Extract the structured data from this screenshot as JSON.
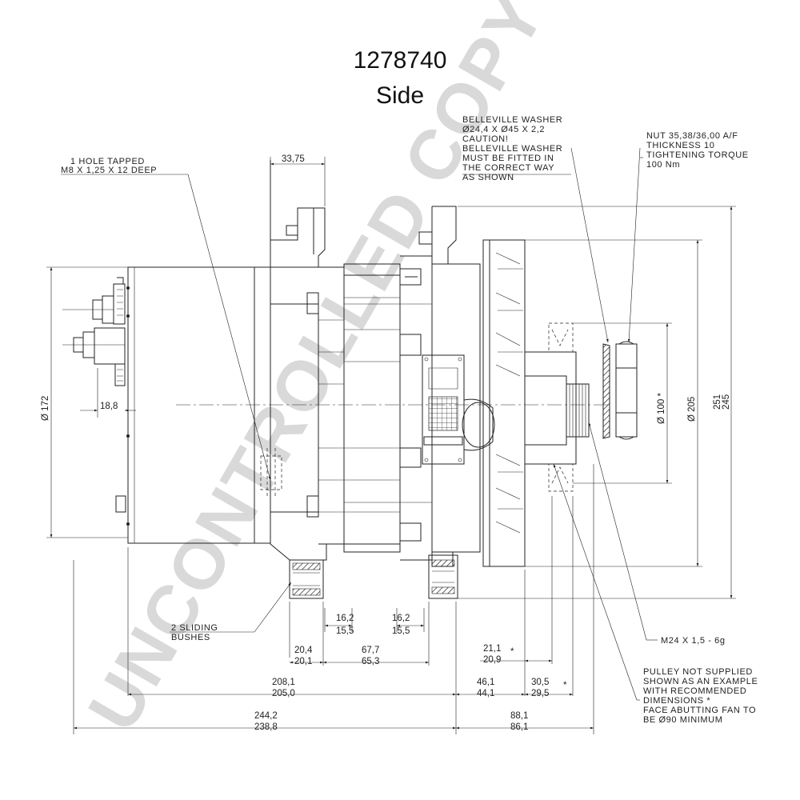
{
  "header": {
    "part_number": "1278740",
    "view": "Side"
  },
  "watermark": "UNCONTROLLED COPY",
  "notes": {
    "hole": [
      "1 HOLE TAPPED",
      "M8 X 1,25 X 12 DEEP"
    ],
    "washer": [
      "BELLEVILLE WASHER",
      "Ø24,4 X Ø45 X 2,2",
      "CAUTION!",
      "BELLEVILLE WASHER",
      "MUST BE FITTED IN",
      "THE CORRECT WAY",
      "AS SHOWN"
    ],
    "nut": [
      "NUT 35,38/36,00 A/F",
      "THICKNESS 10",
      "TIGHTENING TORQUE",
      "100 Nm"
    ],
    "bushes": [
      "2 SLIDING",
      "BUSHES"
    ],
    "thread": "M24 X 1,5 - 6g",
    "pulley": [
      "PULLEY NOT SUPPLIED",
      "SHOWN AS AN EXAMPLE",
      "WITH RECOMMENDED",
      "DIMENSIONS *",
      "FACE ABUTTING FAN TO",
      "BE Ø90 MINIMUM"
    ]
  },
  "dimensions": {
    "top_width": "33,75",
    "dia_172": "Ø 172",
    "offset_18_8": "18,8",
    "dia_205": "Ø 205",
    "dia_100": "Ø 100 *",
    "h_251": "251",
    "h_245": "245",
    "d16a_top": "16,2",
    "d16a_bot": "15,5",
    "d16b_top": "16,2",
    "d16b_bot": "15,5",
    "d20_top": "20,4",
    "d20_bot": "20,1",
    "d67_top": "67,7",
    "d67_bot": "65,3",
    "d21_top": "21,1",
    "d21_bot": "20,9",
    "star": "*",
    "d208_top": "208,1",
    "d208_bot": "205,0",
    "d46_top": "46,1",
    "d46_bot": "44,1",
    "d30_top": "30,5",
    "d30_bot": "29,5",
    "star2": "*",
    "d244_top": "244,2",
    "d244_bot": "238,8",
    "d88_top": "88,1",
    "d88_bot": "86,1"
  }
}
